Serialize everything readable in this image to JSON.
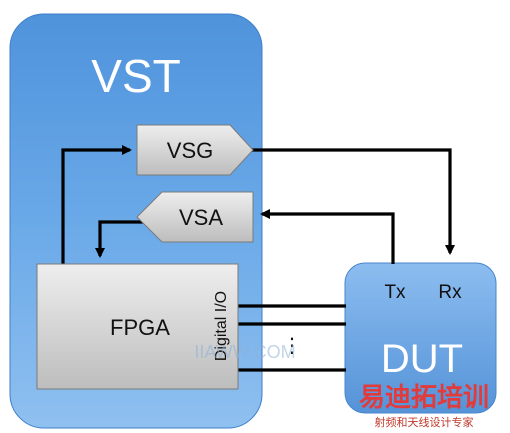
{
  "vst": {
    "title": "VST"
  },
  "blocks": {
    "vsg": "VSG",
    "vsa": "VSA",
    "fpga": "FPGA",
    "digital_io": "Digital I/O"
  },
  "dut": {
    "title": "DUT",
    "tx": "Tx",
    "rx": "Rx",
    "ellipsis": "⋮"
  },
  "watermark": {
    "url": "IIAWW.COM",
    "brand": "易迪拓培训",
    "tagline": "射频和天线设计专家"
  },
  "colors": {
    "vst_fill": "#5b9ee0",
    "dut_fill": "#6aa6e6",
    "block_fill": "#cfcfcf",
    "wire": "#000000"
  }
}
